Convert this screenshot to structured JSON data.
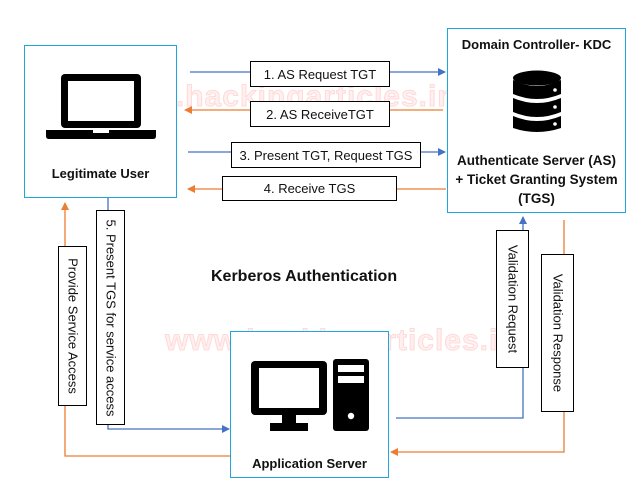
{
  "diagram": {
    "title": "Kerberos Authentication",
    "watermark": "www.hackingarticles.in",
    "colors": {
      "node_border": "#1fa7dd",
      "request_arrow": "#4472c4",
      "response_arrow": "#ed7d31",
      "label_border": "#000000"
    },
    "nodes": {
      "user": {
        "label": "Legitimate User",
        "icon": "laptop-icon"
      },
      "kdc": {
        "header": "Domain Controller- KDC",
        "icon": "database-icon",
        "line1": "Authenticate Server (AS)",
        "line2": "+ Ticket Granting System",
        "line3": "(TGS)"
      },
      "app": {
        "label": "Application Server",
        "icon": "desktop-computer-icon"
      }
    },
    "edges": [
      {
        "label": "1. AS Request TGT",
        "from": "user",
        "to": "kdc",
        "kind": "request"
      },
      {
        "label": "2. AS ReceiveTGT",
        "from": "kdc",
        "to": "user",
        "kind": "response"
      },
      {
        "label": "3. Present TGT, Request TGS",
        "from": "user",
        "to": "kdc",
        "kind": "request"
      },
      {
        "label": "4. Receive TGS",
        "from": "kdc",
        "to": "user",
        "kind": "response"
      },
      {
        "label": "5. Present TGS for service access",
        "from": "user",
        "to": "app",
        "kind": "request"
      },
      {
        "label": "Provide Service Access",
        "from": "app",
        "to": "user",
        "kind": "response"
      },
      {
        "label": "Validation Request",
        "from": "app",
        "to": "kdc",
        "kind": "request"
      },
      {
        "label": "Validation Response",
        "from": "kdc",
        "to": "app",
        "kind": "response"
      }
    ]
  }
}
